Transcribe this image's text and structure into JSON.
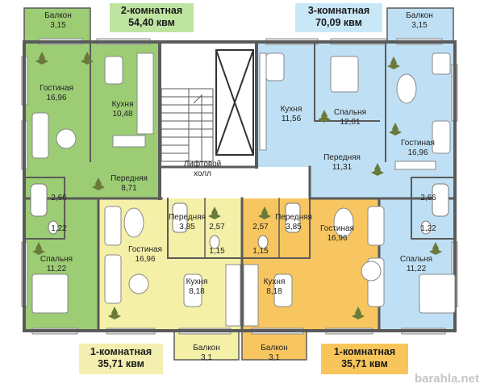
{
  "colors": {
    "apt_2room": "#9ccc74",
    "apt_3room": "#bfe0f4",
    "apt_1room_left": "#f5f0a8",
    "apt_1room_right": "#f7c660",
    "wall": "#5a5a5a",
    "window": "#9a9a9a",
    "tag_2room": "#bfe3a1",
    "tag_3room": "#c9e8f7",
    "tag_1room_left": "#f4efb0",
    "tag_1room_right": "#f8c55a"
  },
  "apartments": {
    "two_room": {
      "title": "2-комнатная",
      "area": "54,40 квм"
    },
    "three_room": {
      "title": "3-комнатная",
      "area": "70,09 квм"
    },
    "one_room_left": {
      "title": "1-комнатная",
      "area": "35,71 квм"
    },
    "one_room_right": {
      "title": "1-комнатная",
      "area": "35,71 квм"
    }
  },
  "rooms": {
    "a_balcony": {
      "name": "Балкон",
      "area": "3,15"
    },
    "a_living": {
      "name": "Гостиная",
      "area": "16,96"
    },
    "a_kitchen": {
      "name": "Кухня",
      "area": "10,48"
    },
    "a_hall": {
      "name": "Передняя",
      "area": "8,71"
    },
    "a_bath": {
      "area": "2,66"
    },
    "a_wc": {
      "area": "1,22"
    },
    "a_bedroom": {
      "name": "Спальня",
      "area": "11,22"
    },
    "b_balcony": {
      "name": "Балкон",
      "area": "3,15"
    },
    "b_kitchen": {
      "name": "Кухня",
      "area": "11,56"
    },
    "b_bedroom": {
      "name": "Спальня",
      "area": "12,01"
    },
    "b_living": {
      "name": "Гостиная",
      "area": "16,96"
    },
    "b_hall": {
      "name": "Передняя",
      "area": "11,31"
    },
    "b_bath": {
      "area": "2,66"
    },
    "b_wc": {
      "area": "1,22"
    },
    "b_bedroom2": {
      "name": "Спальня",
      "area": "11,22"
    },
    "lift_hall": {
      "name": "Лифтовой",
      "name2": "холл"
    },
    "c_hall": {
      "name": "Передняя",
      "area": "3,85"
    },
    "c_bath": {
      "area": "2,57"
    },
    "c_wc": {
      "area": "1,15"
    },
    "c_living": {
      "name": "Гостиная",
      "area": "16,96"
    },
    "c_kitchen": {
      "name": "Кухня",
      "area": "8,18"
    },
    "c_balcony": {
      "name": "Балкон",
      "area": "3,1"
    },
    "d_hall": {
      "name": "Передняя",
      "area": "3,85"
    },
    "d_bath": {
      "area": "2,57"
    },
    "d_wc": {
      "area": "1,15"
    },
    "d_living": {
      "name": "Гостиная",
      "area": "16,96"
    },
    "d_kitchen": {
      "name": "Кухня",
      "area": "8,18"
    },
    "d_balcony": {
      "name": "Балкон",
      "area": "3,1"
    }
  },
  "watermark": "barahla.net"
}
